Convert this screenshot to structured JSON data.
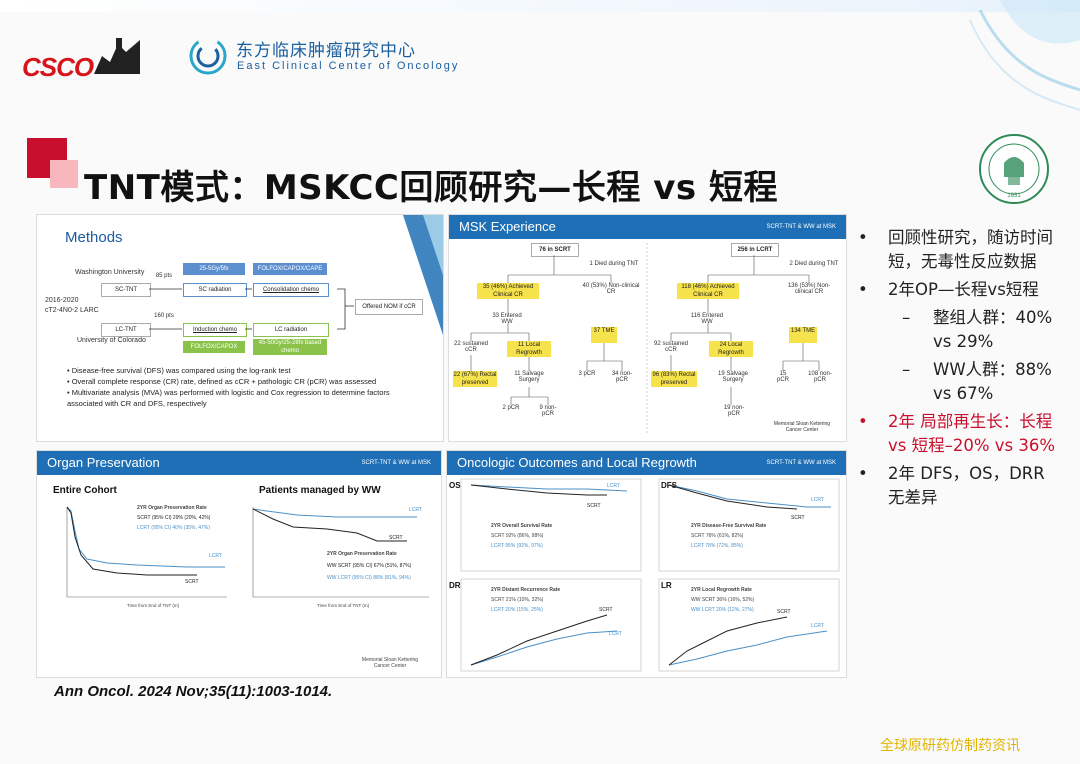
{
  "header": {
    "csco_logo": "CSCO",
    "center_name_cn": "东方临床肿瘤研究中心",
    "center_name_en": "East Clinical Center of Oncology"
  },
  "slide": {
    "title": "TNT模式：MSKCC回顾研究—长程 vs 短程",
    "seal_year": "1931"
  },
  "methods": {
    "heading": "Methods",
    "wash_u": "Washington University",
    "colorado": "University of Colorado",
    "period": "2016-2020",
    "stage": "cT2-4N0-2 LARC",
    "sc_tnt": "SC-TNT",
    "lc_tnt": "LC-TNT",
    "sc_n": "85 pts",
    "lc_n": "160 pts",
    "sc_radiation": "SC radiation",
    "consolidation": "Consolidation chemo",
    "induction": "Induction chemo",
    "lc_radiation": "LC radiation",
    "sc_dose": "25-5Gy/5fx",
    "sc_chemo": "FOLFOX/CAPOX/CAPE",
    "lc_chemo": "FOLFOX/CAPOX",
    "lc_dose": "45-50Gy/25-28fx based chemo",
    "nom": "Offered NOM if cCR",
    "bullets": [
      "Disease-free survival (DFS) was compared using the log-rank test",
      "Overall complete response (CR) rate, defined as cCR + pathologic CR (pCR) was assessed",
      "Multivariate analysis (MVA) was performed with logistic and Cox regression to determine factors associated with CR and DFS, respectively"
    ]
  },
  "msk": {
    "heading": "MSK Experience",
    "tag": "SCRT-TNT & WW at MSK",
    "scrt_total": "76 in SCRT",
    "lcrt_total": "256 in LCRT",
    "scrt_died": "1 Died during TNT",
    "lcrt_died": "2 Died during TNT",
    "scrt_ccr": "35 (46%) Achieved Clinical CR",
    "scrt_noncr": "40 (53%) Non-clinical CR",
    "scrt_ww": "33 Entered WW",
    "scrt_tme": "37 TME",
    "scrt_sustained": "22 sustained cCR",
    "scrt_regrowth": "11 Local Regrowth",
    "scrt_pcr": "3 pCR",
    "scrt_nonpcr": "34 non-pCR",
    "scrt_rectal": "22 (67%) Rectal preserved",
    "scrt_salvage": "11 Salvage Surgery",
    "scrt_s_pcr": "2 pCR",
    "scrt_s_nonpcr": "9 non-pCR",
    "lcrt_ccr": "118 (46%) Achieved Clinical CR",
    "lcrt_noncr": "136 (53%) Non-clinical CR",
    "lcrt_ww": "116 Entered WW",
    "lcrt_tme": "134 TME",
    "lcrt_sustained": "92 sustained cCR",
    "lcrt_regrowth": "24 Local Regrowth",
    "lcrt_pcr": "15 pCR",
    "lcrt_nonpcr": "108 non-pCR",
    "lcrt_rectal": "96 (83%) Rectal preserved",
    "lcrt_salvage": "19 Salvage Surgery",
    "lcrt_s_nonpcr": "19 non-pCR",
    "msk_logo": "Memorial Sloan Kettering Cancer Center"
  },
  "organ": {
    "heading": "Organ Preservation",
    "tag": "SCRT-TNT & WW at MSK",
    "entire": "Entire Cohort",
    "ww_patients": "Patients managed by WW",
    "rate_title": "2YR Organ Preservation Rate",
    "scrt_rate": "SCRT (95% CI)   29% (20%, 42%)",
    "lcrt_rate": "LCRT (95% CI)   40% (35%, 47%)",
    "ww_rate_title": "2YR Organ Preservation Rate",
    "ww_scrt": "WW SCRT (95% CI)   67% (51%, 87%)",
    "ww_lcrt": "WW LCRT (95% CI)   88% (81%, 94%)",
    "lbl_scrt": "SCRT",
    "lbl_lcrt": "LCRT",
    "xlab": "Time from End of TNT (m)"
  },
  "onco": {
    "heading": "Oncologic Outcomes and Local Regrowth",
    "tag": "SCRT-TNT & WW at MSK",
    "os": "OS",
    "dfs": "DFS",
    "dr": "DR",
    "lr": "LR",
    "os_title": "2YR Overall Survival Rate",
    "os_scrt": "SCRT   92% (86%, 98%)",
    "os_lcrt": "LCRT   95% (92%, 97%)",
    "dfs_title": "2YR Disease-Free Survival Rate",
    "dfs_scrt": "SCRT   76% (61%, 82%)",
    "dfs_lcrt": "LCRT   78% (72%, 85%)",
    "dr_title": "2YR Distant Recurrence Rate",
    "dr_scrt": "SCRT   21% (10%, 32%)",
    "dr_lcrt": "LCRT   20% (15%, 25%)",
    "lr_title": "2YR Local Regrowth Rate",
    "lr_scrt": "WW SCRT   36% (16%, 52%)",
    "lr_lcrt": "WW LCRT   20% (12%, 27%)"
  },
  "bullets": [
    {
      "type": "main",
      "dot": "•",
      "text": "回顾性研究，随访时间短，无毒性反应数据"
    },
    {
      "type": "main",
      "dot": "•",
      "text": "2年OP—长程vs短程"
    },
    {
      "type": "sub",
      "dot": "–",
      "text": "整组人群：40% vs 29%"
    },
    {
      "type": "sub",
      "dot": "–",
      "text": "WW人群：88% vs 67%"
    },
    {
      "type": "red",
      "dot": "•",
      "text": "2年 局部再生长：长程 vs 短程–20% vs 36%"
    },
    {
      "type": "main",
      "dot": "•",
      "text": "2年 DFS，OS，DRR无差异"
    }
  ],
  "citation": "Ann Oncol. 2024 Nov;35(11):1003-1014.",
  "footer": "全球原研药仿制药资讯",
  "colors": {
    "brand_red": "#c8102e",
    "panel_blue": "#1e6fb5",
    "footer_gold": "#e2b400"
  }
}
